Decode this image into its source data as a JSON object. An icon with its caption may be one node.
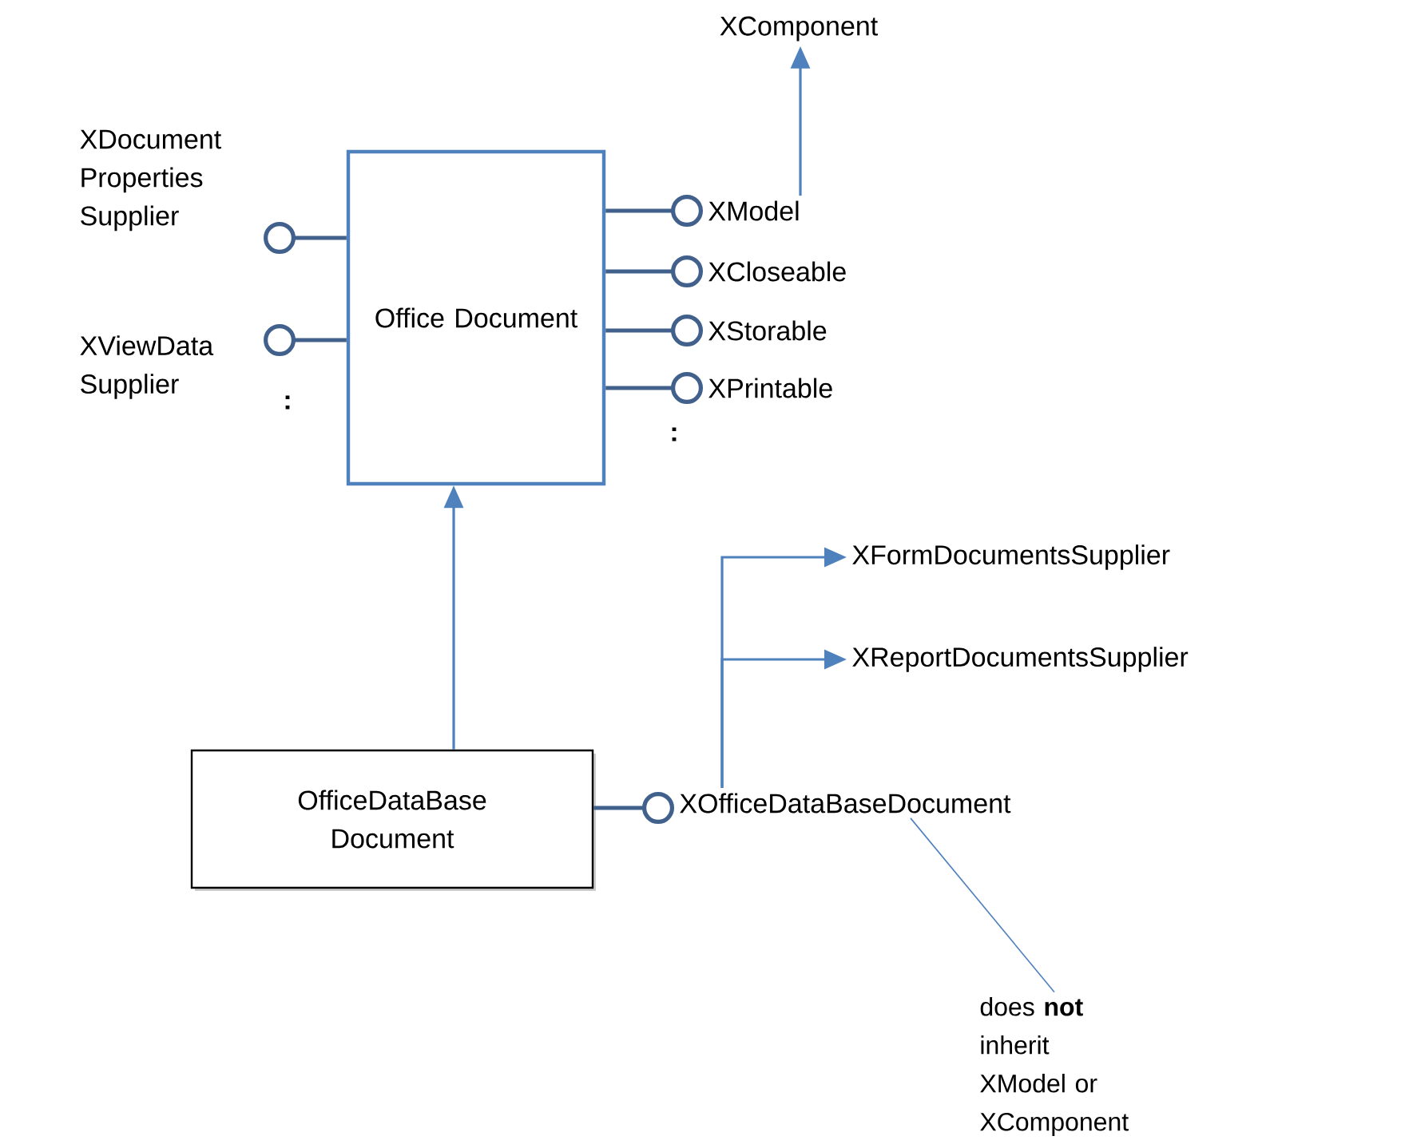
{
  "diagram": {
    "nodes": [
      {
        "text": [
          "Office Document"
        ]
      },
      {
        "text": [
          "XDocument Properties Supplier"
        ]
      },
      {
        "text": [
          "XViewData Supplier"
        ]
      },
      {
        "text": [
          "XModel"
        ]
      },
      {
        "text": [
          "XCloseable"
        ]
      },
      {
        "text": [
          "XStorable"
        ]
      },
      {
        "text": [
          "XPrintable"
        ]
      },
      {
        "text": [
          "XComponent"
        ]
      },
      {
        "text": [
          "OfficeDataBase Document"
        ]
      },
      {
        "text": [
          "XOfficeDataBaseDocument"
        ]
      },
      {
        "text": [
          "XFormDocumentsSupplier"
        ]
      },
      {
        "text": [
          "XReportDocumentsSupplier"
        ]
      },
      {
        "text": [
          "does **not** inherit XModel or XComponent"
        ]
      }
    ],
    "edges": [
      {
        "from": 0,
        "to": 1,
        "arrow": "other"
      },
      {
        "from": 0,
        "to": 2,
        "arrow": "other"
      },
      {
        "from": 0,
        "to": 3,
        "arrow": "other"
      },
      {
        "from": 0,
        "to": 4,
        "arrow": "other"
      },
      {
        "from": 0,
        "to": 5,
        "arrow": "other"
      },
      {
        "from": 0,
        "to": 6,
        "arrow": "other"
      },
      {
        "from": 3,
        "to": 7,
        "arrow": "to"
      },
      {
        "from": 8,
        "to": 0,
        "arrow": "to"
      },
      {
        "from": 8,
        "to": 9,
        "arrow": "other"
      },
      {
        "from": 9,
        "to": 10,
        "arrow": "to"
      },
      {
        "from": 9,
        "to": 11,
        "arrow": "to"
      },
      {
        "from": 12,
        "to": 9,
        "arrow": "none"
      }
    ],
    "labels": [
      ":",
      ":"
    ]
  }
}
